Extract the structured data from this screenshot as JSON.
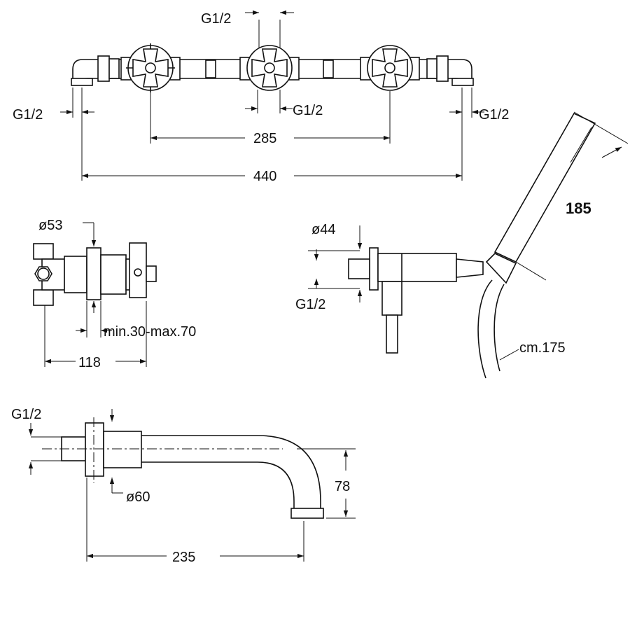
{
  "top_view": {
    "labels": {
      "inlet_top": "G1/2",
      "inlet_left": "G1/2",
      "inlet_center": "G1/2",
      "inlet_right": "G1/2",
      "width_inner": "285",
      "width_total": "440"
    }
  },
  "side_view": {
    "labels": {
      "diameter": "ø53",
      "depth_range": "min.30-max.70",
      "depth": "118"
    }
  },
  "shower_view": {
    "labels": {
      "diameter": "ø44",
      "inlet": "G1/2",
      "handshower_length": "185",
      "hose_length": "cm.175"
    }
  },
  "spout_view": {
    "labels": {
      "inlet": "G1/2",
      "diameter": "ø60",
      "height": "78",
      "projection": "235"
    }
  }
}
